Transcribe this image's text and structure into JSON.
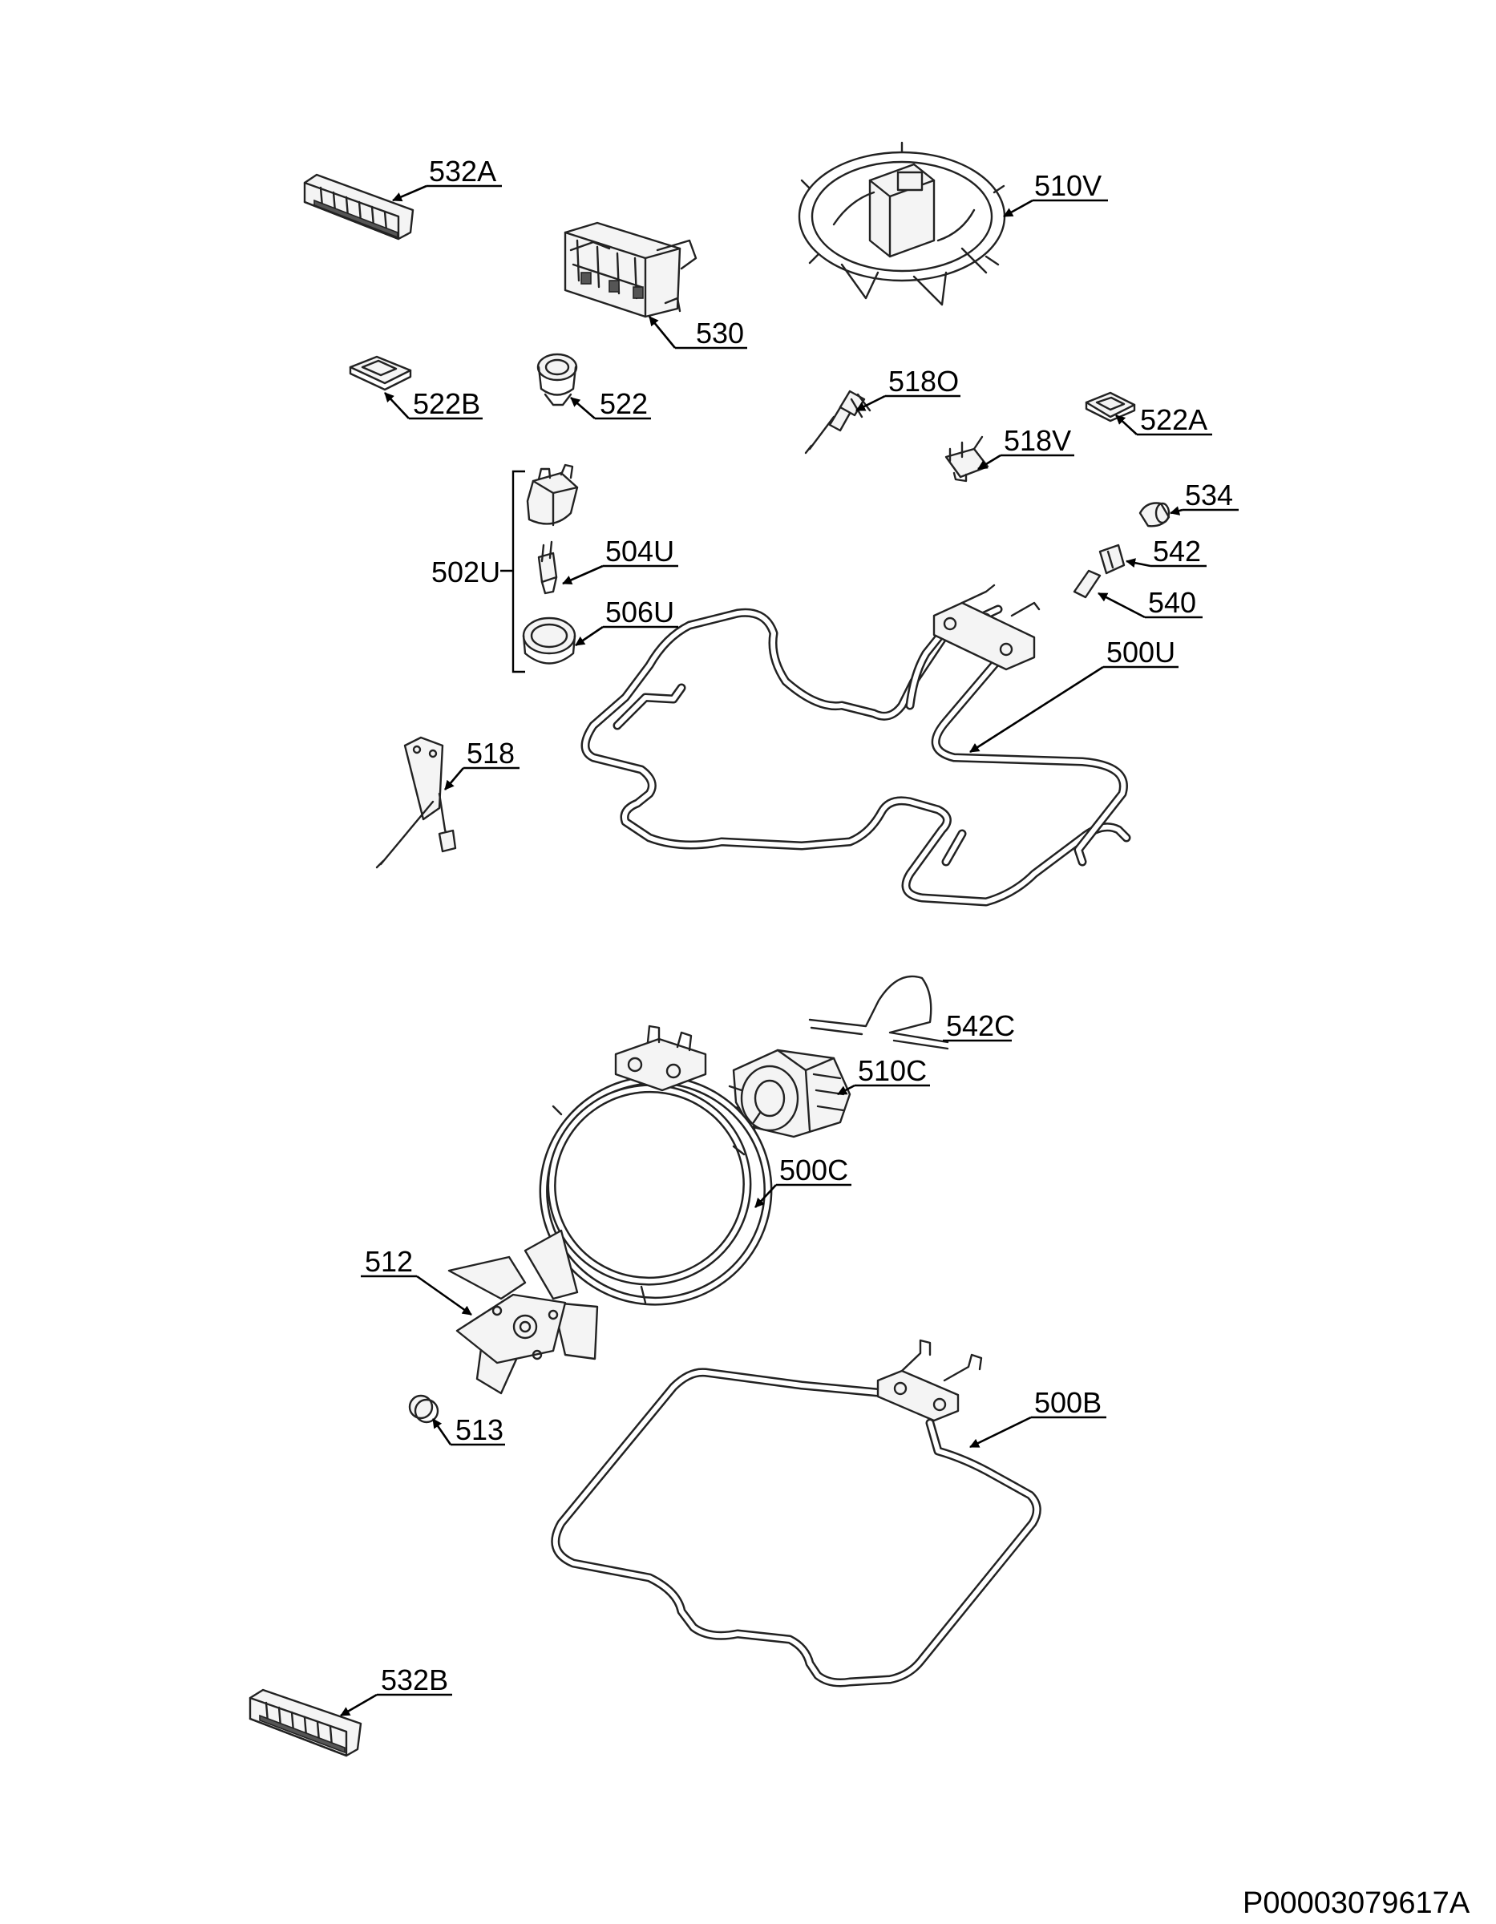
{
  "document_id": "P00003079617A",
  "callouts": {
    "c532A": "532A",
    "c510V": "510V",
    "c530": "530",
    "c522B": "522B",
    "c522": "522",
    "c518O": "518O",
    "c522A": "522A",
    "c518V": "518V",
    "c534": "534",
    "c502U": "502U",
    "c504U": "504U",
    "c542": "542",
    "c540": "540",
    "c506U": "506U",
    "c500U": "500U",
    "c518": "518",
    "c542C": "542C",
    "c510C": "510C",
    "c500C": "500C",
    "c512": "512",
    "c513": "513",
    "c500B": "500B",
    "c532B": "532B"
  }
}
